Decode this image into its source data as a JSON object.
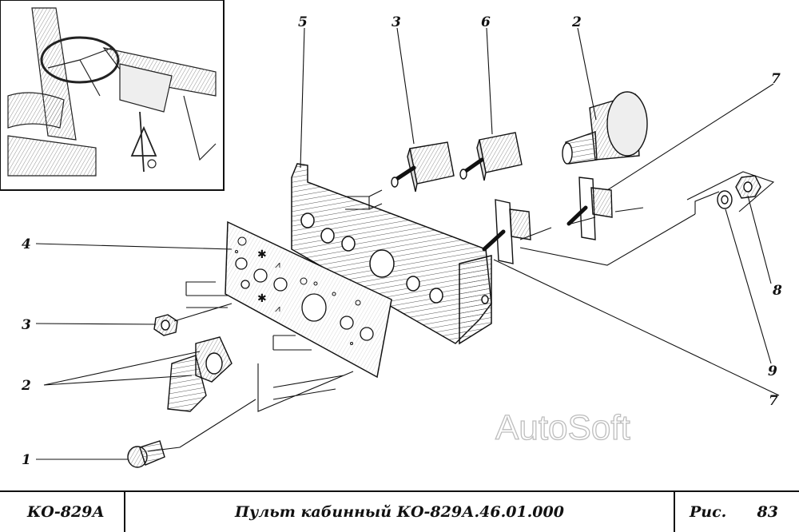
{
  "callouts": {
    "c5": "5",
    "c3_top": "3",
    "c6": "6",
    "c2_top": "2",
    "c7_top": "7",
    "c4": "4",
    "c3_left": "3",
    "c2_left": "2",
    "c1": "1",
    "c8": "8",
    "c9": "9",
    "c7_bottom": "7"
  },
  "watermark": "AutoSoft",
  "footer": {
    "model": "КО-829А",
    "title": "Пульт кабинный КО-829А.46.01.000",
    "fig_label": "Рис.",
    "fig_number": "83"
  },
  "colors": {
    "ink": "#111111",
    "watermark_stroke": "#bdbdbd"
  }
}
